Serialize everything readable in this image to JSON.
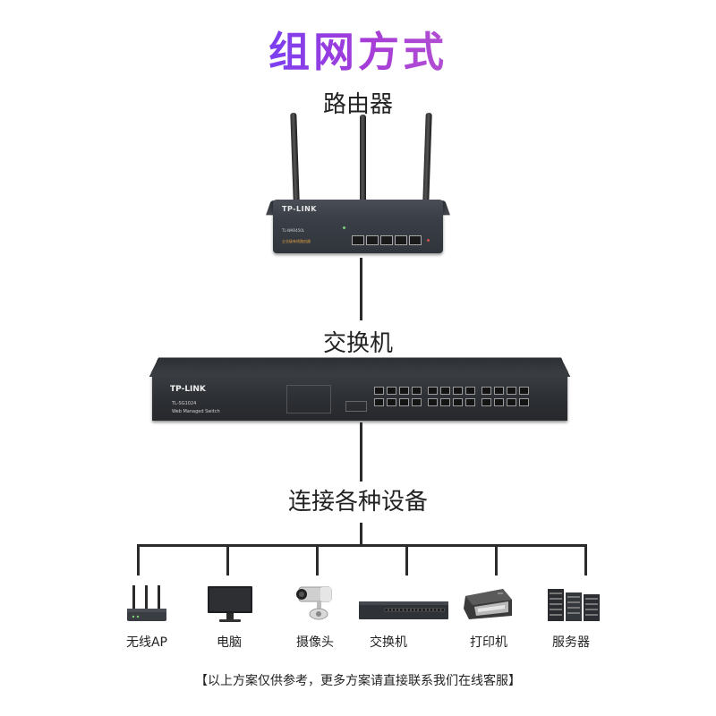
{
  "title": "组网方式",
  "nodes": {
    "router": {
      "label": "路由器",
      "brand": "TP-LINK",
      "model": "TL-WAR450L",
      "subtitle": "企业级有线路由器"
    },
    "switch": {
      "label": "交换机",
      "brand": "TP-LINK",
      "model": "TL-SG1024",
      "subtitle": "Web Managed Switch"
    },
    "devices_label": "连接各种设备"
  },
  "devices": [
    {
      "label": "无线AP",
      "icon": "wireless-ap-icon"
    },
    {
      "label": "电脑",
      "icon": "computer-monitor-icon"
    },
    {
      "label": "摄像头",
      "icon": "security-camera-icon"
    },
    {
      "label": "交换机",
      "icon": "network-switch-icon"
    },
    {
      "label": "打印机",
      "icon": "printer-icon"
    },
    {
      "label": "服务器",
      "icon": "server-rack-icon"
    }
  ],
  "footer": "【以上方案仅供参考，更多方案请直接联系我们在线客服】",
  "colors": {
    "title_gradient_start": "#7a3ff0",
    "title_gradient_end": "#b24fd2",
    "line": "#2b2b2b",
    "device_body": "#3a3d42"
  }
}
